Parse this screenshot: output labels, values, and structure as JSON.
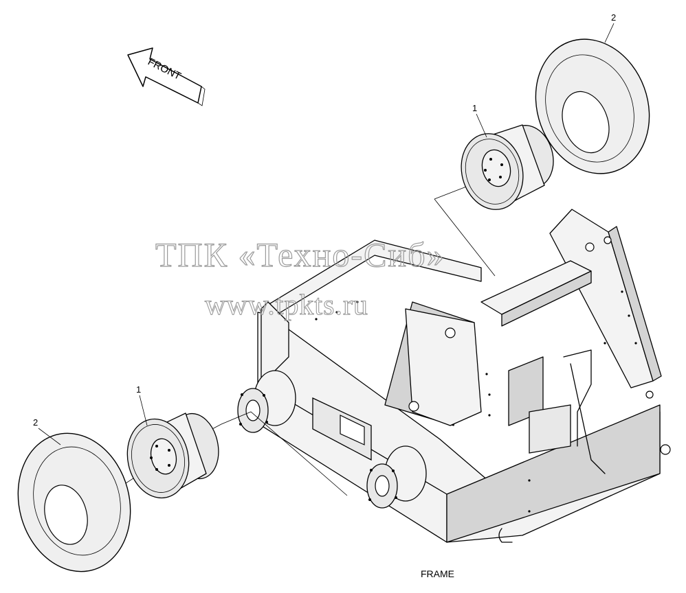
{
  "diagram": {
    "caption": "FRAME",
    "direction_label": "FRONT",
    "callouts": [
      {
        "id": "wheel-rim-upper",
        "label": "1"
      },
      {
        "id": "tire-upper",
        "label": "2"
      },
      {
        "id": "wheel-rim-lower",
        "label": "1"
      },
      {
        "id": "tire-lower",
        "label": "2"
      }
    ]
  },
  "watermark": {
    "line1": "ТПК «Техно-Сиб»",
    "line2": "www.tpkts.ru"
  }
}
